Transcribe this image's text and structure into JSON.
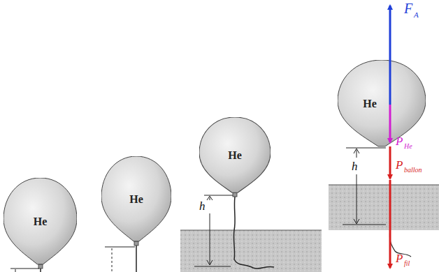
{
  "diagram": {
    "nodes": [
      {
        "text": [
          "He"
        ]
      },
      {
        "text": [
          "He"
        ]
      },
      {
        "text": [
          "He"
        ]
      },
      {
        "text": [
          "He"
        ]
      }
    ],
    "labels": [
      "h",
      "h",
      "F⃗",
      "A",
      "P⃗",
      "He",
      "P⃗",
      "ballon",
      "P⃗",
      "fil"
    ]
  }
}
